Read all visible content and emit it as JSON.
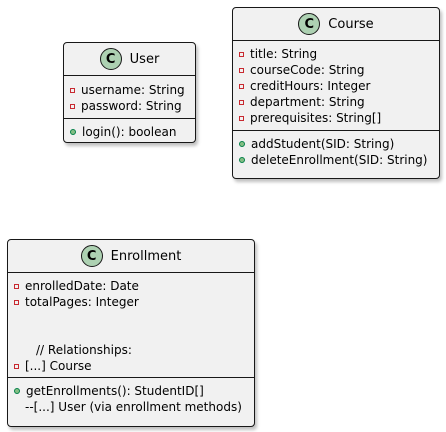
{
  "classes": {
    "user": {
      "stereotype": "C",
      "name": "User",
      "attributes": [
        "username: String",
        "password: String"
      ],
      "methods": [
        "login(): boolean"
      ]
    },
    "course": {
      "stereotype": "C",
      "name": "Course",
      "attributes": [
        "title: String",
        "courseCode: String",
        "creditHours: Integer",
        "department: String",
        "prerequisites: String[]"
      ],
      "methods": [
        "addStudent(SID: String)",
        "deleteEnrollment(SID: String)"
      ]
    },
    "enrollment": {
      "stereotype": "C",
      "name": "Enrollment",
      "attributes": [
        "enrolledDate: Date",
        "totalPages: Integer"
      ],
      "comment": "// Relationships:",
      "relation": "[...] Course",
      "methods": [
        "getEnrollments(): StudentID[]"
      ],
      "method_note": "--[...] User (via enrollment methods)"
    }
  },
  "colors": {
    "class_fill": "#f1f1f1",
    "border": "#181818",
    "badge": "#add1b2",
    "private_marker": "#c82930",
    "public_marker": "#84be84"
  }
}
